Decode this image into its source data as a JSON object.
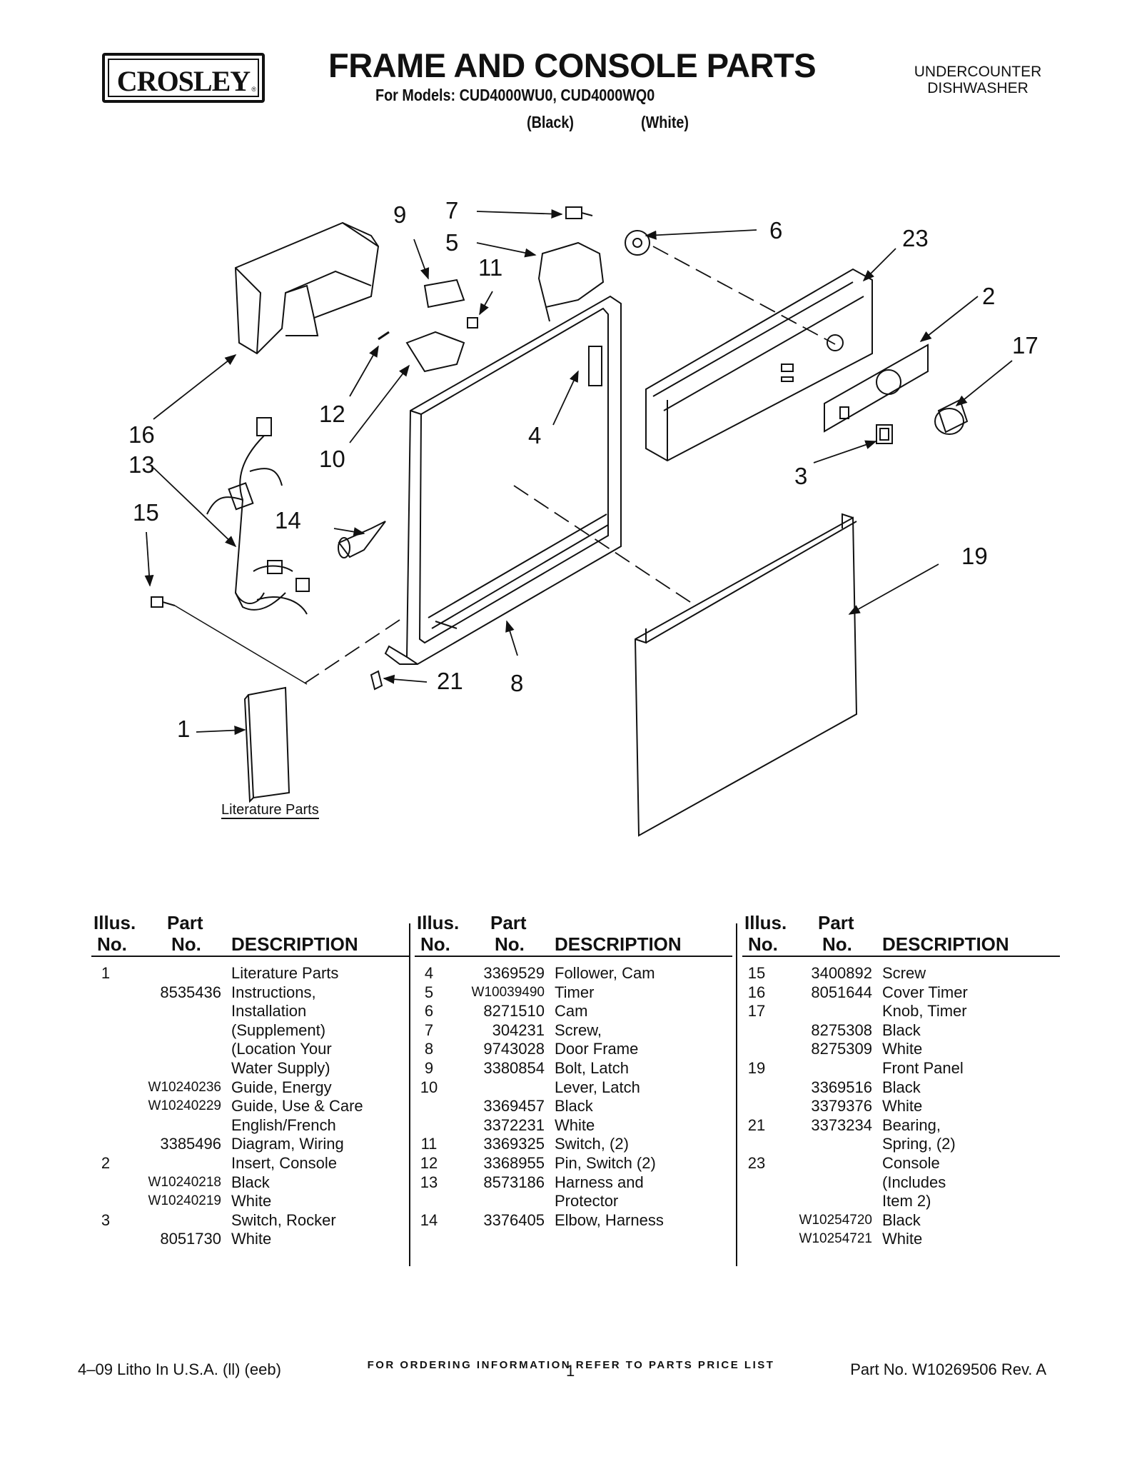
{
  "header": {
    "logo": "CROSLEY",
    "title": "FRAME AND CONSOLE PARTS",
    "subtitle": "For Models: CUD4000WU0, CUD4000WQ0",
    "variant_black": "(Black)",
    "variant_white": "(White)",
    "product_line1": "UNDERCOUNTER",
    "product_line2": "DISHWASHER"
  },
  "diagram": {
    "callouts": [
      "9",
      "7",
      "5",
      "11",
      "6",
      "23",
      "2",
      "17",
      "16",
      "13",
      "12",
      "10",
      "4",
      "3",
      "15",
      "14",
      "19",
      "21",
      "8",
      "1"
    ],
    "literature_label": "Literature Parts"
  },
  "table": {
    "headers": {
      "illus": "Illus.",
      "no": "No.",
      "part": "Part",
      "part_no": "No.",
      "description": "DESCRIPTION"
    },
    "columns": [
      [
        {
          "no": "1",
          "part": "",
          "desc": "Literature Parts"
        },
        {
          "no": "",
          "part": "8535436",
          "desc": "Instructions,"
        },
        {
          "no": "",
          "part": "",
          "desc": "Installation"
        },
        {
          "no": "",
          "part": "",
          "desc": "(Supplement)"
        },
        {
          "no": "",
          "part": "",
          "desc": "(Location Your"
        },
        {
          "no": "",
          "part": "",
          "desc": "Water Supply)"
        },
        {
          "no": "",
          "part": "W10240236",
          "desc": "Guide, Energy"
        },
        {
          "no": "",
          "part": "W10240229",
          "desc": "Guide, Use & Care"
        },
        {
          "no": "",
          "part": "",
          "desc": "English/French"
        },
        {
          "no": "",
          "part": "3385496",
          "desc": "Diagram, Wiring"
        },
        {
          "no": "2",
          "part": "",
          "desc": "Insert, Console"
        },
        {
          "no": "",
          "part": "W10240218",
          "desc": "Black"
        },
        {
          "no": "",
          "part": "W10240219",
          "desc": "White"
        },
        {
          "no": "3",
          "part": "",
          "desc": "Switch, Rocker"
        },
        {
          "no": "",
          "part": "8051730",
          "desc": "White"
        }
      ],
      [
        {
          "no": "4",
          "part": "3369529",
          "desc": "Follower, Cam"
        },
        {
          "no": "5",
          "part": "W10039490",
          "desc": "Timer"
        },
        {
          "no": "6",
          "part": "8271510",
          "desc": "Cam"
        },
        {
          "no": "7",
          "part": "304231",
          "desc": "Screw,"
        },
        {
          "no": "8",
          "part": "9743028",
          "desc": "Door Frame"
        },
        {
          "no": "9",
          "part": "3380854",
          "desc": "Bolt, Latch"
        },
        {
          "no": "10",
          "part": "",
          "desc": "Lever, Latch"
        },
        {
          "no": "",
          "part": "3369457",
          "desc": "Black"
        },
        {
          "no": "",
          "part": "3372231",
          "desc": "White"
        },
        {
          "no": "11",
          "part": "3369325",
          "desc": "Switch, (2)"
        },
        {
          "no": "12",
          "part": "3368955",
          "desc": "Pin, Switch (2)"
        },
        {
          "no": "13",
          "part": "8573186",
          "desc": "Harness and"
        },
        {
          "no": "",
          "part": "",
          "desc": "Protector"
        },
        {
          "no": "14",
          "part": "3376405",
          "desc": "Elbow, Harness"
        }
      ],
      [
        {
          "no": "15",
          "part": "3400892",
          "desc": "Screw"
        },
        {
          "no": "16",
          "part": "8051644",
          "desc": "Cover Timer"
        },
        {
          "no": "17",
          "part": "",
          "desc": "Knob, Timer"
        },
        {
          "no": "",
          "part": "8275308",
          "desc": "Black"
        },
        {
          "no": "",
          "part": "8275309",
          "desc": "White"
        },
        {
          "no": "19",
          "part": "",
          "desc": "Front Panel"
        },
        {
          "no": "",
          "part": "3369516",
          "desc": "Black"
        },
        {
          "no": "",
          "part": "3379376",
          "desc": "White"
        },
        {
          "no": "21",
          "part": "3373234",
          "desc": "Bearing,"
        },
        {
          "no": "",
          "part": "",
          "desc": "Spring, (2)"
        },
        {
          "no": "23",
          "part": "",
          "desc": "Console"
        },
        {
          "no": "",
          "part": "",
          "desc": "(Includes"
        },
        {
          "no": "",
          "part": "",
          "desc": "Item 2)"
        },
        {
          "no": "",
          "part": "W10254720",
          "desc": "Black"
        },
        {
          "no": "",
          "part": "W10254721",
          "desc": "White"
        }
      ]
    ]
  },
  "footer": {
    "ordering": "FOR ORDERING INFORMATION REFER TO PARTS PRICE LIST",
    "litho": "4–09 Litho In U.S.A. (ll) (eeb)",
    "page": "1",
    "part_no": "Part No. W10269506 Rev. A"
  }
}
